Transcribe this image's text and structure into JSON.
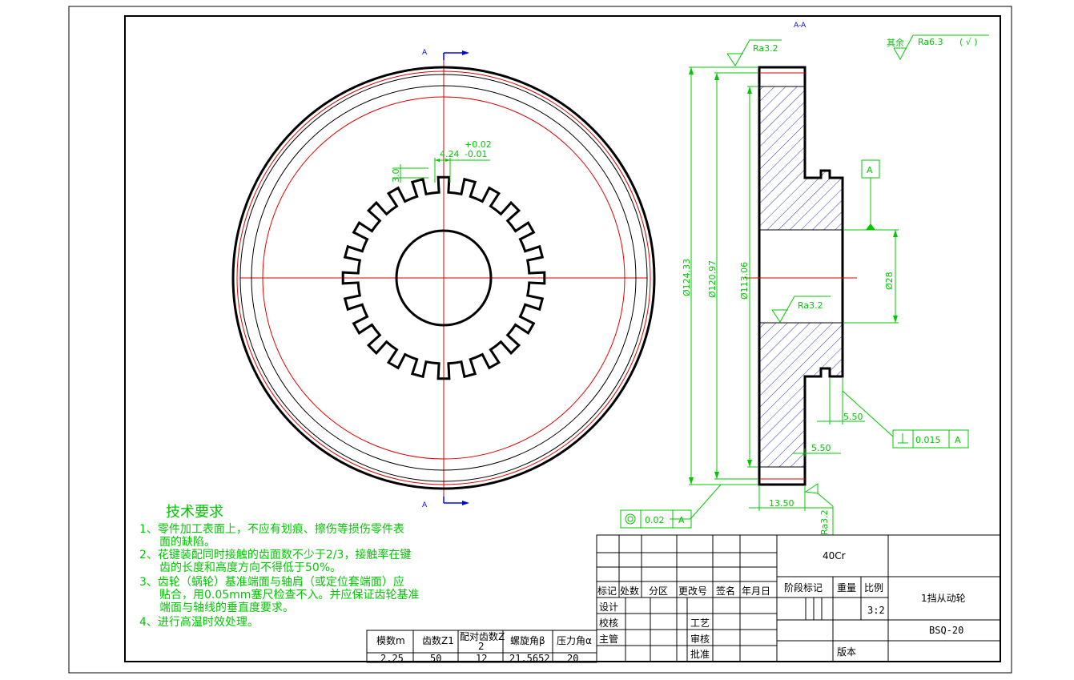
{
  "section_label": "A-A",
  "cut_label_top": "A",
  "cut_label_bottom": "A",
  "roughness": {
    "other": "其余",
    "other_value": "Ra6.3",
    "other_paren": "( √ )",
    "top": "Ra3.2",
    "bore": "Ra3.2",
    "side": "Ra3.2"
  },
  "dimensions": {
    "tooth_width": "4.24",
    "tol_upper": "+0.02",
    "tol_lower": "-0.01",
    "tooth_height": "3.0",
    "d1": "Ø124.33",
    "d2": "Ø120.97",
    "d3": "Ø113.06",
    "bore": "Ø28",
    "hub_offset1": "5.50",
    "hub_offset2": "5.50",
    "width": "13.50"
  },
  "datum": {
    "label": "A",
    "perp_value": "0.015",
    "perp_ref": "A",
    "conc_value": "0.02",
    "conc_ref": "A"
  },
  "notes": {
    "title": "技术要求",
    "lines": [
      "1、零件加工表面上，不应有划痕、擦伤等损伤零件表",
      "面的缺陷。",
      "2、花键装配同时接触的齿面数不少于2/3，接触率在键",
      "齿的长度和高度方向不得低于50%。",
      "3、齿轮（蜗轮）基准端面与轴肩（或定位套端面）应",
      "贴合，用0.05mm塞尺检查不入。并应保证齿轮基准",
      "端面与轴线的垂直度要求。",
      "4、进行高温时效处理。"
    ]
  },
  "gear_table": {
    "headers": [
      "模数m",
      "齿数Z1",
      "配对齿数Z",
      "螺旋角β",
      "压力角α"
    ],
    "header_sub": "2",
    "values": [
      "2.25",
      "50",
      "12",
      "21.5652",
      "20"
    ]
  },
  "title_block": {
    "material": "40Cr",
    "part_name": "1挡从动轮",
    "drawing_no": "BSQ-20",
    "scale": "3:2",
    "version": "版本",
    "row_headers": [
      "标记",
      "处数",
      "分区",
      "更改号",
      "签名",
      "年月日"
    ],
    "stage": "阶段标记",
    "weight": "重量",
    "scale_label": "比例",
    "design": "设计",
    "check": "校核",
    "supervisor": "主管",
    "process": "工艺",
    "review": "审核",
    "approve": "批准"
  }
}
